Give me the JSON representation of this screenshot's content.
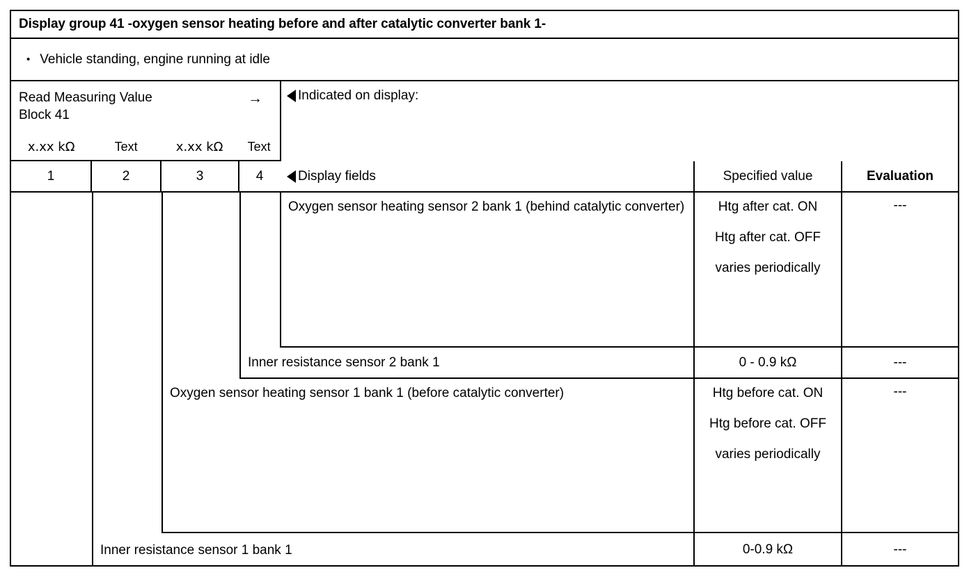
{
  "title": "Display group 41 -oxygen sensor heating before and after catalytic converter bank 1-",
  "condition": {
    "bullet_glyph": "•",
    "text": "Vehicle standing, engine running at idle"
  },
  "header": {
    "read_block_line1": "Read Measuring Value",
    "read_block_line2": "Block 41",
    "arrow_glyph": "→",
    "indicated_label": "Indicated on display:",
    "sub_labels": [
      "x.xx kΩ",
      "Text",
      "x.xx kΩ",
      "Text"
    ],
    "field_numbers": [
      "1",
      "2",
      "3",
      "4"
    ]
  },
  "columns": {
    "display_fields": "Display fields",
    "specified_value": "Specified value",
    "evaluation": "Evaluation"
  },
  "rows": [
    {
      "description": "Oxygen sensor heating sensor 2 bank 1 (behind catalytic converter)",
      "specified": [
        "Htg after cat. ON",
        "Htg after cat. OFF",
        "varies periodically"
      ],
      "evaluation": "---"
    },
    {
      "description": "Inner resistance sensor 2 bank 1",
      "specified": [
        "0 - 0.9 kΩ"
      ],
      "evaluation": "---"
    },
    {
      "description": "Oxygen sensor heating sensor 1 bank 1 (before catalytic converter)",
      "specified": [
        "Htg before cat. ON",
        "Htg before cat. OFF",
        "varies periodically"
      ],
      "evaluation": "---"
    },
    {
      "description": "Inner resistance sensor 1 bank 1",
      "specified": [
        "0-0.9 kΩ"
      ],
      "evaluation": "---"
    }
  ],
  "colors": {
    "border": "#000000",
    "background": "#ffffff",
    "text": "#000000"
  }
}
